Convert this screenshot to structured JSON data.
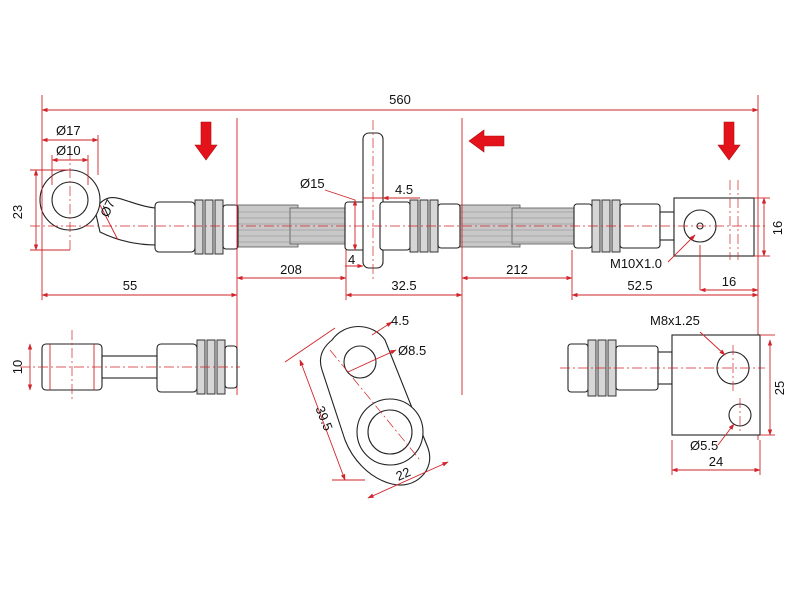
{
  "colors": {
    "dimension_line": "#d2232a",
    "indicator_arrow": "#e3121b",
    "part_outline": "#222222",
    "hose_fill": "#c8c8c8"
  },
  "indicator_arrows": [
    {
      "id": "down-left",
      "direction": "down"
    },
    {
      "id": "left-mid",
      "direction": "left"
    },
    {
      "id": "down-right",
      "direction": "down"
    }
  ],
  "dimensions": {
    "overall_length": "560",
    "eye_outer_dia": "Ø17",
    "eye_inner_dia": "Ø10",
    "eye_height": "23",
    "eye_bend_dia": "Ø7",
    "eye_section_length": "55",
    "bracket_hole_dia": "Ø15",
    "bracket_thickness_top": "4.5",
    "bracket_thickness_bottom": "4",
    "hose_left_length": "208",
    "hose_mid_length": "32.5",
    "hose_right_length": "212",
    "right_fitting_length": "52.5",
    "right_fitting_small": "16",
    "right_fitting_height": "16",
    "right_thread": "M10X1.0",
    "eye_side_height": "10",
    "bracket_plate_thickness": "4.5",
    "bracket_plate_hole_dia": "Ø8.5",
    "bracket_plate_length": "39.5",
    "bracket_plate_width": "22",
    "block_thread": "M8x1.25",
    "block_height": "25",
    "block_hole_dia": "Ø5.5",
    "block_width": "24"
  }
}
